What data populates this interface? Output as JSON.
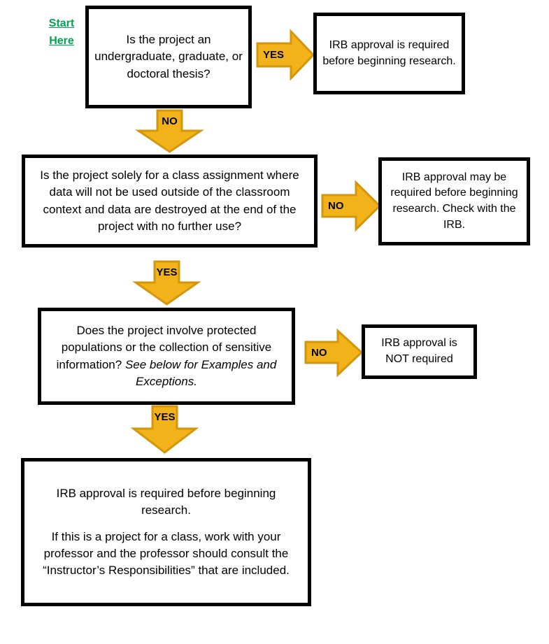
{
  "meta": {
    "title": "IRB Approval Decision Flowchart",
    "accent_arrow_fill": "#F2B31A",
    "accent_arrow_stroke": "#D4960B",
    "box_border": "#000000",
    "start_link_color": "#00A550",
    "background": "#FFFFFF"
  },
  "start": {
    "line1": "Start",
    "line2": "Here"
  },
  "boxes": {
    "q1": {
      "text": "Is the project an undergraduate, graduate, or doctoral thesis?"
    },
    "r1": {
      "text": "IRB approval is required before beginning research."
    },
    "q2": {
      "text": "Is the project solely for a class assignment where data will not be used outside of the classroom context and data are destroyed at the end of the project with no further use?"
    },
    "r2": {
      "text": "IRB approval may be required before beginning research. Check with the IRB."
    },
    "q3": {
      "text_plain": "Does the project involve protected populations or the collection of sensitive information?",
      "text_italic": "See below for Examples and Exceptions."
    },
    "r3": {
      "text": "IRB approval is NOT required"
    },
    "end": {
      "paragraph1": "IRB approval is required before beginning research.",
      "paragraph2": "If this is a project for a class, work with your professor and the professor should consult the “Instructor’s Responsibilities” that are included."
    }
  },
  "arrows": {
    "no_1": {
      "label": "NO",
      "direction": "down"
    },
    "yes_1": {
      "label": "YES",
      "direction": "right"
    },
    "yes_2": {
      "label": "YES",
      "direction": "down"
    },
    "no_2": {
      "label": "NO",
      "direction": "right"
    },
    "yes_3": {
      "label": "YES",
      "direction": "down"
    },
    "no_3": {
      "label": "NO",
      "direction": "right"
    }
  },
  "flow_data": {
    "type": "flowchart",
    "nodes": [
      {
        "id": "q1",
        "kind": "decision",
        "label": "Is the project an undergraduate, graduate, or doctoral thesis?"
      },
      {
        "id": "r1",
        "kind": "terminal",
        "label": "IRB approval is required before beginning research."
      },
      {
        "id": "q2",
        "kind": "decision",
        "label": "Is the project solely for a class assignment where data will not be used outside of the classroom context and data are destroyed at the end of the project with no further use?"
      },
      {
        "id": "r2",
        "kind": "terminal",
        "label": "IRB approval may be required before beginning research. Check with the IRB."
      },
      {
        "id": "q3",
        "kind": "decision",
        "label": "Does the project involve protected populations or the collection of sensitive information? See below for Examples and Exceptions."
      },
      {
        "id": "r3",
        "kind": "terminal",
        "label": "IRB approval is NOT required"
      },
      {
        "id": "end",
        "kind": "terminal",
        "label": "IRB approval is required before beginning research. If this is a project for a class, work with your professor and the professor should consult the “Instructor’s Responsibilities” that are included."
      }
    ],
    "edges": [
      {
        "from": "q1",
        "to": "r1",
        "label": "YES"
      },
      {
        "from": "q1",
        "to": "q2",
        "label": "NO"
      },
      {
        "from": "q2",
        "to": "r2",
        "label": "NO"
      },
      {
        "from": "q2",
        "to": "q3",
        "label": "YES"
      },
      {
        "from": "q3",
        "to": "r3",
        "label": "NO"
      },
      {
        "from": "q3",
        "to": "end",
        "label": "YES"
      }
    ]
  }
}
